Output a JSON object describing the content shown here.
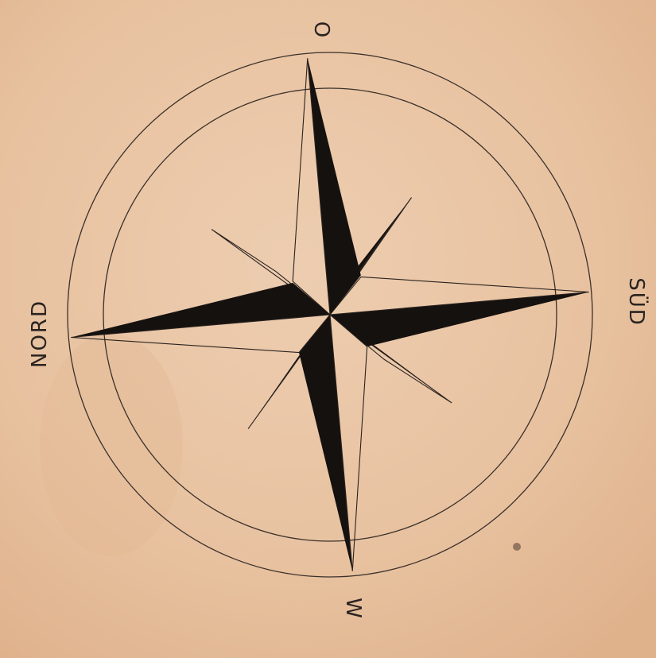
{
  "compass": {
    "labels": {
      "top": "O",
      "right": "SÜD",
      "bottom": "W",
      "left": "NORD"
    }
  },
  "colors": {
    "paper": "#e9c4a3",
    "ink": "#15110f"
  }
}
